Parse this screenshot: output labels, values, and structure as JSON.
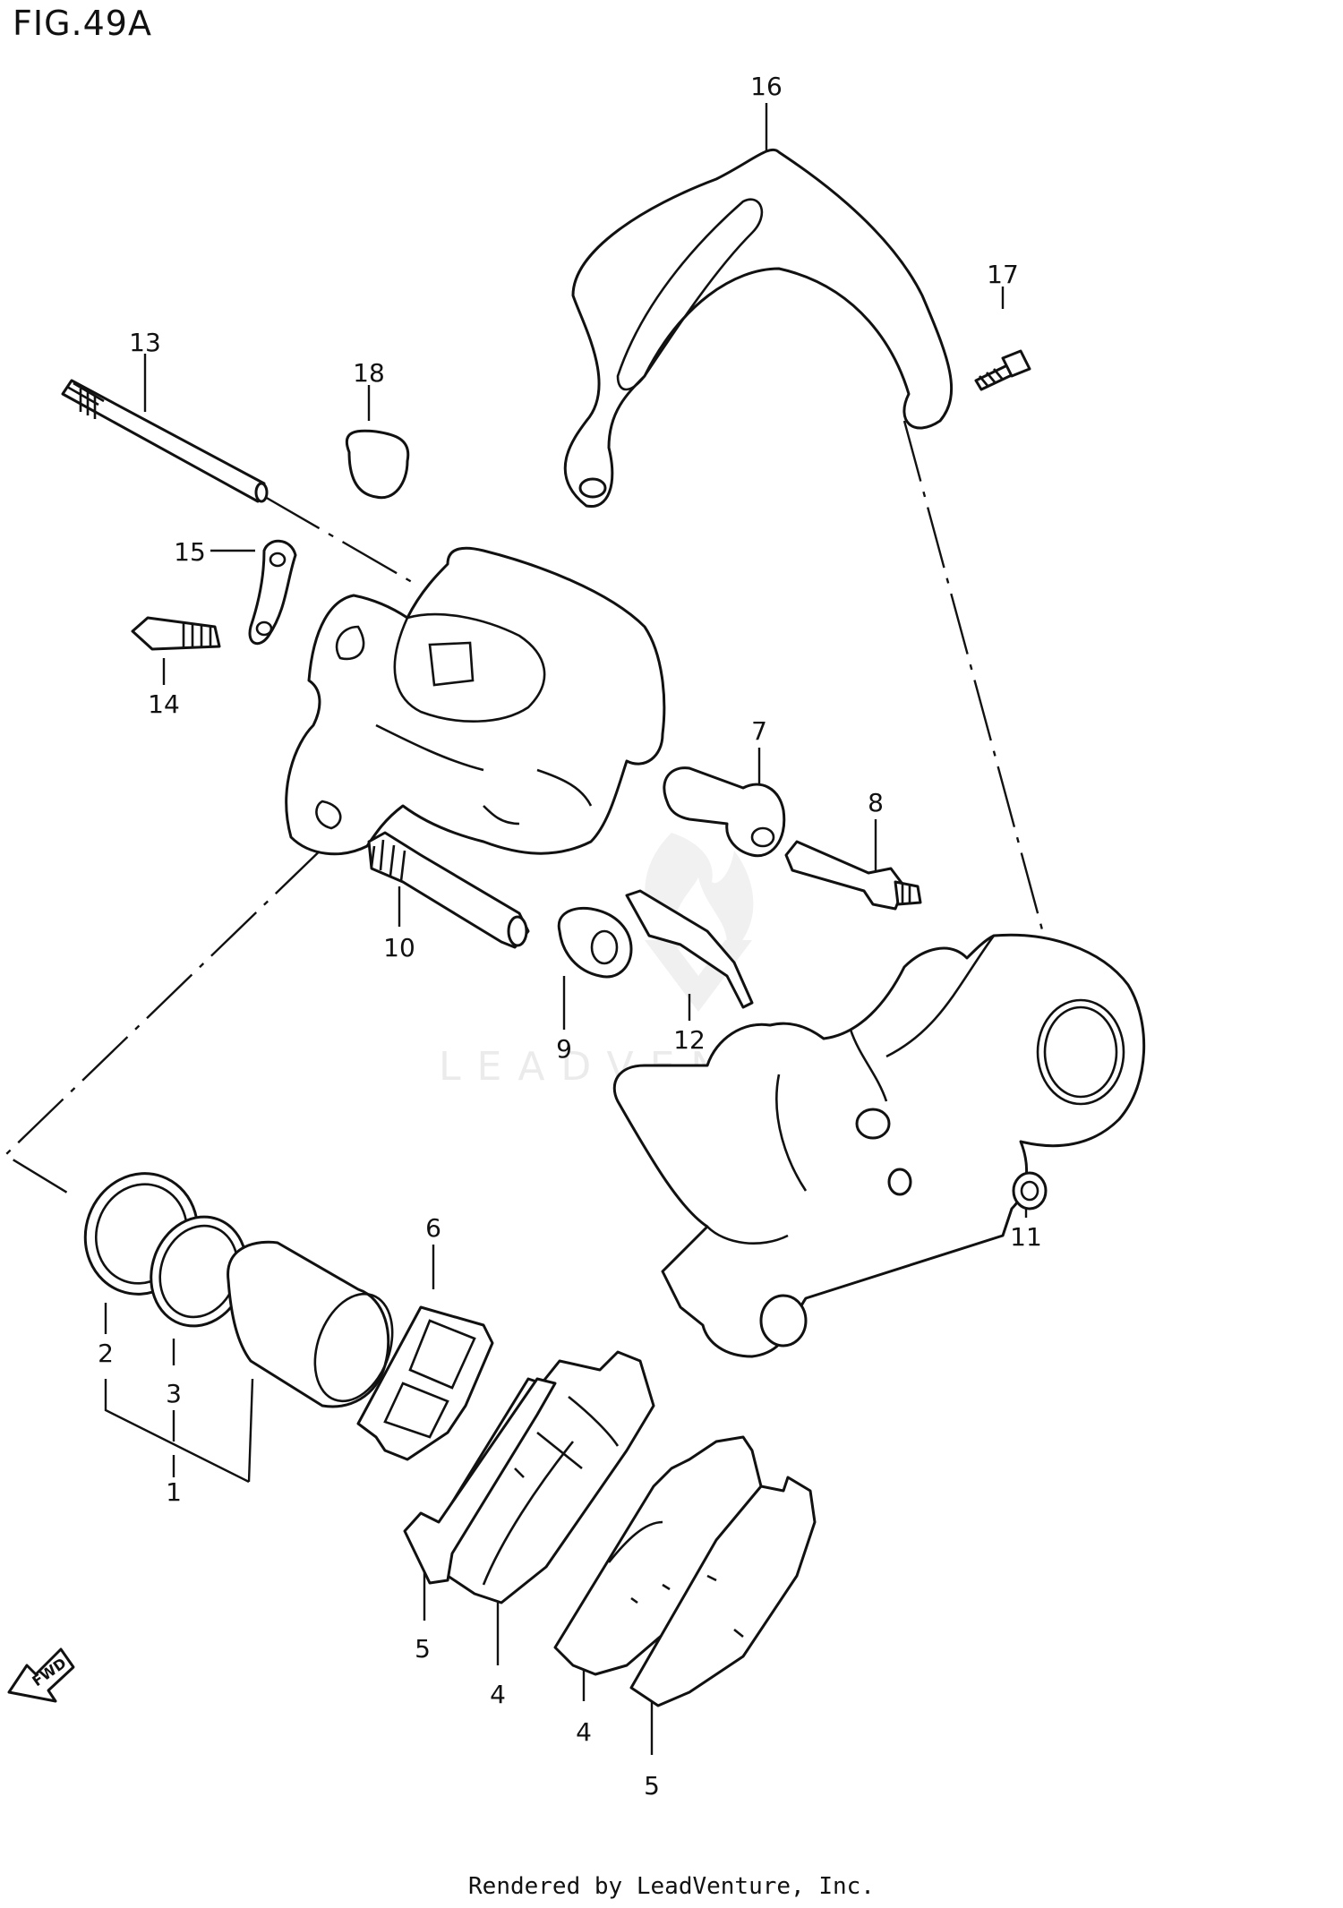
{
  "figure": {
    "title": "FIG.49A"
  },
  "callouts": [
    {
      "id": "16",
      "label": "16"
    },
    {
      "id": "17",
      "label": "17"
    },
    {
      "id": "13",
      "label": "13"
    },
    {
      "id": "18",
      "label": "18"
    },
    {
      "id": "15",
      "label": "15"
    },
    {
      "id": "14",
      "label": "14"
    },
    {
      "id": "7",
      "label": "7"
    },
    {
      "id": "8",
      "label": "8"
    },
    {
      "id": "10",
      "label": "10"
    },
    {
      "id": "9",
      "label": "9"
    },
    {
      "id": "12",
      "label": "12"
    },
    {
      "id": "11",
      "label": "11"
    },
    {
      "id": "6",
      "label": "6"
    },
    {
      "id": "2",
      "label": "2"
    },
    {
      "id": "3",
      "label": "3"
    },
    {
      "id": "1",
      "label": "1"
    },
    {
      "id": "5a",
      "label": "5"
    },
    {
      "id": "4a",
      "label": "4"
    },
    {
      "id": "4b",
      "label": "4"
    },
    {
      "id": "5b",
      "label": "5"
    }
  ],
  "direction_marker": {
    "label": "FWD",
    "icon": "fwd-arrow-icon"
  },
  "watermark": {
    "text": "LEADVENTURE",
    "logo": "flame-logo-icon"
  },
  "footer": {
    "text": "Rendered by LeadVenture, Inc."
  }
}
